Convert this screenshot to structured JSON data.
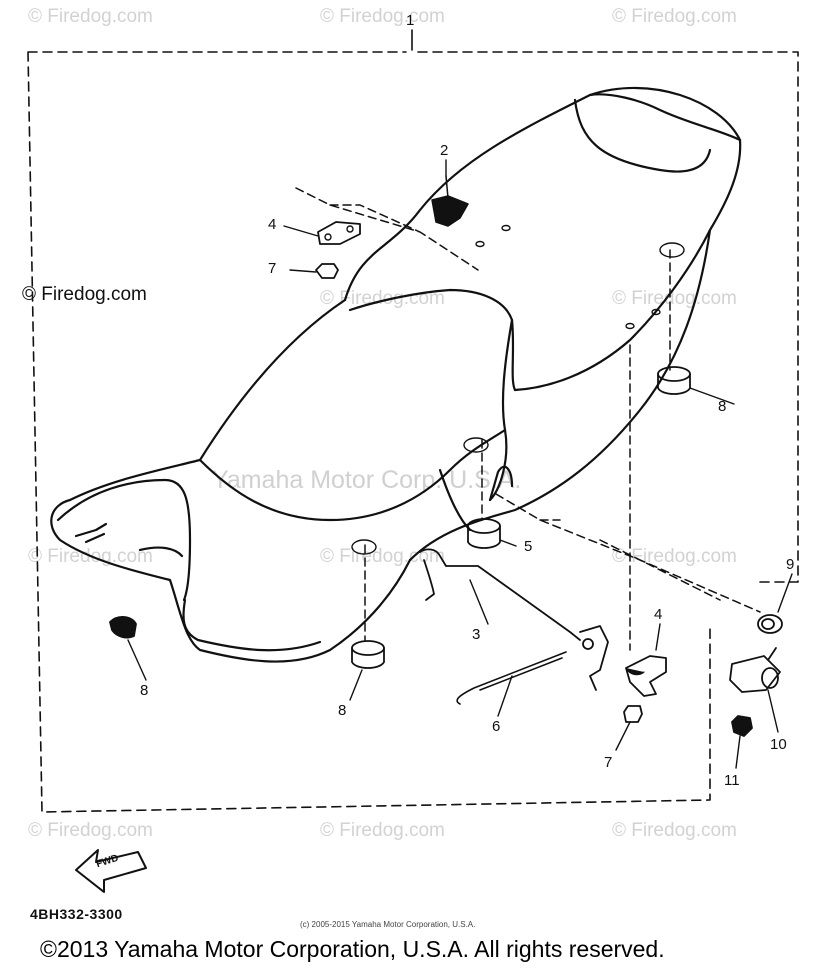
{
  "watermarks": {
    "firedog_light": "© Firedog.com",
    "firedog_left": "© Firedog.com",
    "yamaha_bg": "Yamaha Motor Corp. U.S.A."
  },
  "callouts": {
    "c1": "1",
    "c2": "2",
    "c3": "3",
    "c4a": "4",
    "c4b": "4",
    "c5": "5",
    "c6": "6",
    "c7a": "7",
    "c7b": "7",
    "c8a": "8",
    "c8b": "8",
    "c8c": "8",
    "c9": "9",
    "c10": "10",
    "c11": "11"
  },
  "fwd_label": "FWD",
  "part_code": "4BH332-3300",
  "small_copyright": "(c) 2005-2015 Yamaha Motor Corporation, U.S.A.",
  "copyright": "©2013 Yamaha Motor Corporation, U.S.A. All rights reserved."
}
